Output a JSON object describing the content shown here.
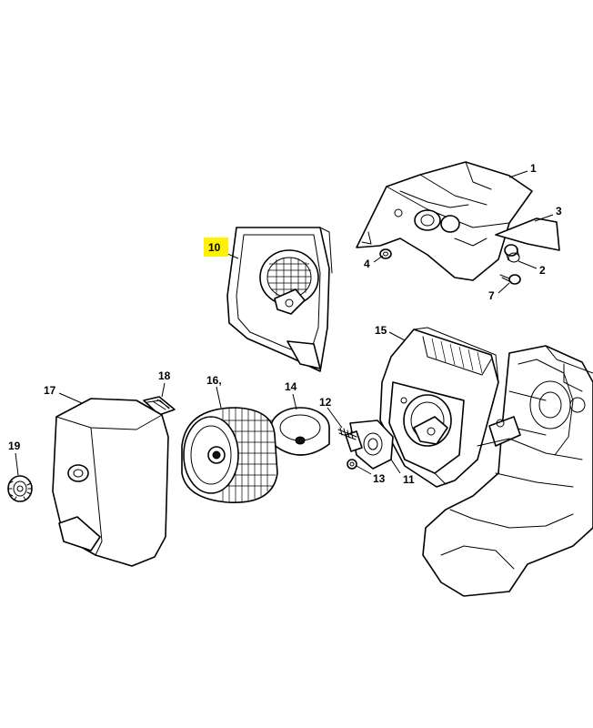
{
  "diagram": {
    "highlight_color": "#fff200",
    "line_color": "#000000",
    "background": "#ffffff",
    "parts": [
      {
        "id": "p1",
        "label": "1"
      },
      {
        "id": "p2",
        "label": "2"
      },
      {
        "id": "p3",
        "label": "3"
      },
      {
        "id": "p4",
        "label": "4"
      },
      {
        "id": "p7",
        "label": "7"
      },
      {
        "id": "p10",
        "label": "10",
        "highlighted": true
      },
      {
        "id": "p11",
        "label": "11"
      },
      {
        "id": "p12",
        "label": "12"
      },
      {
        "id": "p13",
        "label": "13"
      },
      {
        "id": "p14",
        "label": "14"
      },
      {
        "id": "p15",
        "label": "15"
      },
      {
        "id": "p16",
        "label": "16,"
      },
      {
        "id": "p17",
        "label": "17"
      },
      {
        "id": "p18",
        "label": "18"
      },
      {
        "id": "p19",
        "label": "19"
      }
    ]
  }
}
